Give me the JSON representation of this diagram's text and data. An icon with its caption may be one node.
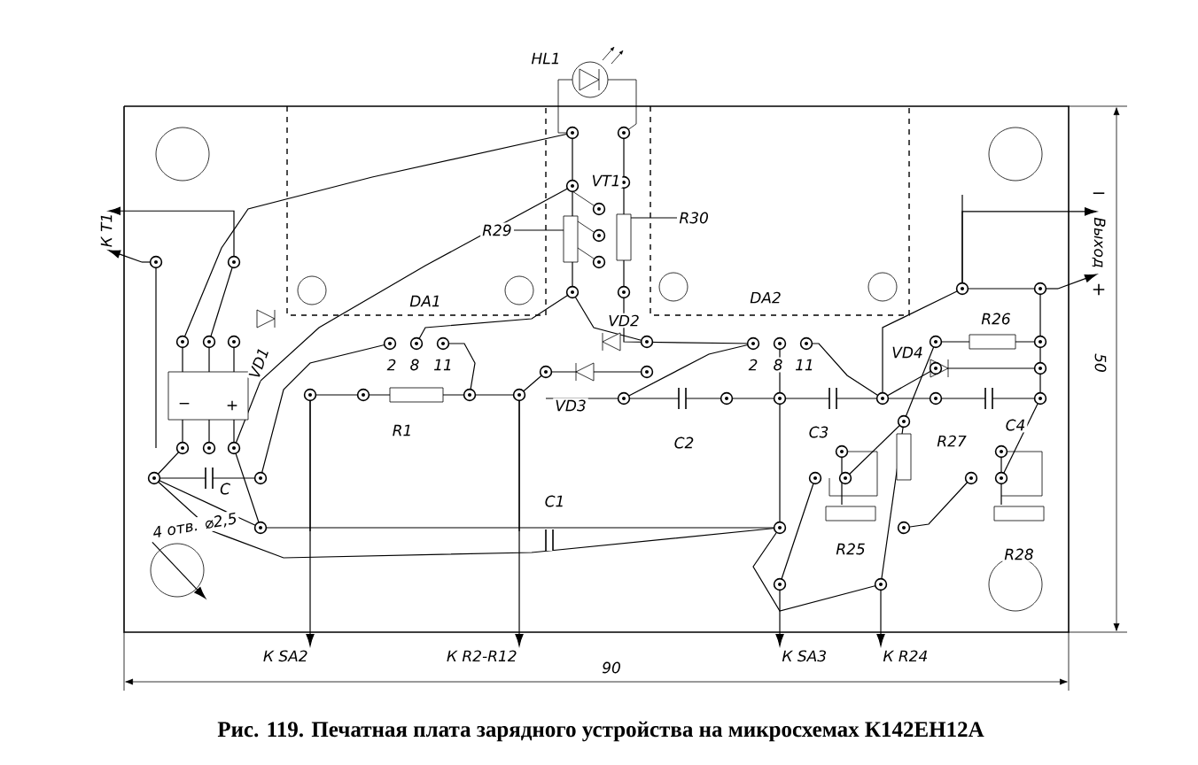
{
  "diagram": {
    "caption": "Рис. 119. Печатная плата зарядного устройства на микросхемах К142ЕН12А",
    "nodes": [
      {
        "text": [
          "К Т1"
        ]
      },
      {
        "text": [
          "К SA2"
        ]
      },
      {
        "text": [
          "К R2-R12"
        ]
      },
      {
        "text": [
          "К SA3"
        ]
      },
      {
        "text": [
          "К R24"
        ]
      },
      {
        "text": [
          "Выход"
        ],
        "beside": [
          "−",
          "+"
        ]
      },
      {
        "text": [
          "R29"
        ]
      },
      {
        "text": [
          "R30"
        ]
      },
      {
        "text": [
          "4 отв. ⌀2,5"
        ]
      },
      {
        "text": [],
        "shape": "circle"
      }
    ],
    "edges": [
      {
        "from": null,
        "to": 0,
        "arrow": "to"
      },
      {
        "from": null,
        "to": 0,
        "arrow": "to"
      },
      {
        "from": null,
        "to": 1,
        "arrow": "to"
      },
      {
        "from": null,
        "to": 2,
        "arrow": "to"
      },
      {
        "from": null,
        "to": 3,
        "arrow": "to"
      },
      {
        "from": null,
        "to": 4,
        "arrow": "to"
      },
      {
        "from": null,
        "to": 5,
        "arrow": "to"
      },
      {
        "from": null,
        "to": 5,
        "arrow": "to"
      },
      {
        "from": 6,
        "to": null,
        "arrow": "none"
      },
      {
        "from": 7,
        "to": null,
        "arrow": "none"
      },
      {
        "from": 8,
        "to": 9,
        "arrow": "to"
      }
    ],
    "labels": [
      "HL1",
      "VT1",
      "DA1",
      "DA2",
      "VD2",
      "R26",
      "VD1",
      "−",
      "+",
      "2",
      "8",
      "11",
      "2",
      "8",
      "11",
      "VD3",
      "VD4",
      "R1",
      "C2",
      "C3",
      "R27",
      "C4",
      "C",
      "C1",
      "R25",
      "R28",
      "90",
      "50"
    ]
  }
}
